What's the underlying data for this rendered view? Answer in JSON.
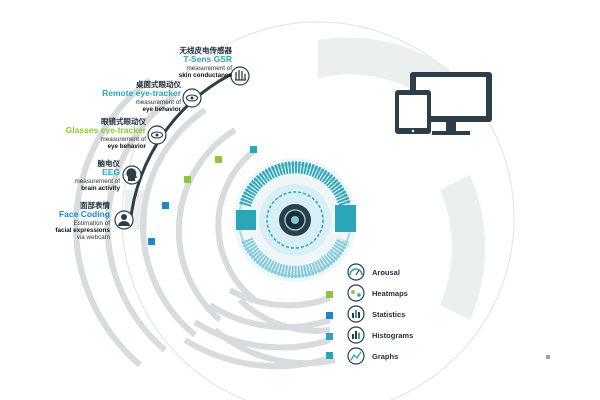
{
  "colors": {
    "teal": "#2aa6b8",
    "green": "#8fc63f",
    "blue": "#1f86c8",
    "dark": "#2c3e4a",
    "grey": "#d7dcde",
    "grey_light": "#eceff0"
  },
  "sensors": [
    {
      "cn": "无线皮电传感器",
      "en": "T-Sens GSR",
      "desc_1": "measurement of",
      "desc_2": "skin conductance",
      "color": "#2aa6b8",
      "icon": "hand-icon"
    },
    {
      "cn": "桌面式眼动仪",
      "en": "Remote eye-tracker",
      "desc_1": "measurement of",
      "desc_2": "eye behavior",
      "color": "#2aa6b8",
      "icon": "eye-icon"
    },
    {
      "cn": "眼镜式眼动仪",
      "en": "Glasses eye-tracker",
      "desc_1": "measurement of",
      "desc_2": "eye behavior",
      "color": "#8fc63f",
      "icon": "glasses-eye-icon"
    },
    {
      "cn": "脑电仪",
      "en": "EEG",
      "desc_1": "measurement of",
      "desc_2": "brain activity",
      "color": "#2aa6b8",
      "icon": "head-brain-icon"
    },
    {
      "cn": "面部表情",
      "en": "Face Coding",
      "desc_1": "Estimation of",
      "desc_2": "facial expressions",
      "desc_3": "via webcam",
      "color": "#1f86c8",
      "icon": "face-icon"
    }
  ],
  "outputs": [
    {
      "label": "Arousal",
      "icon": "arousal-icon"
    },
    {
      "label": "Heatmaps",
      "icon": "heatmap-icon"
    },
    {
      "label": "Statistics",
      "icon": "statistics-icon"
    },
    {
      "label": "Histograms",
      "icon": "histogram-icon"
    },
    {
      "label": "Graphs",
      "icon": "graph-icon"
    }
  ]
}
